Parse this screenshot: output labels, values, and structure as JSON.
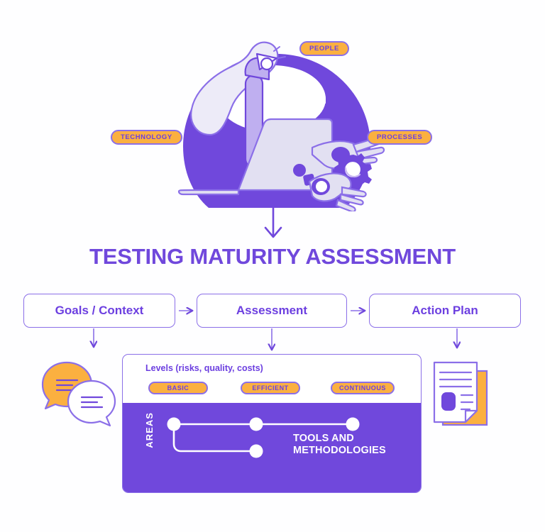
{
  "page": {
    "background": "#ffffff",
    "accent_purple": "#7048DC",
    "accent_purple_dark": "#6C3FE0",
    "accent_purple_light": "#8B6FE8",
    "accent_orange": "#FBB040",
    "lavender": "#E2E0F2"
  },
  "hero": {
    "illustration_name": "person-laptop-gears-illustration",
    "badges": [
      {
        "id": "people",
        "label": "PEOPLE"
      },
      {
        "id": "technology",
        "label": "TECHNOLOGY"
      },
      {
        "id": "processes",
        "label": "PROCESSES"
      }
    ],
    "down_arrow": "down-arrow-icon"
  },
  "title": {
    "text": "TESTING MATURITY ASSESSMENT"
  },
  "flow": {
    "boxes": [
      {
        "id": "goals-context",
        "label": "Goals / Context"
      },
      {
        "id": "assessment",
        "label": "Assessment"
      },
      {
        "id": "action-plan",
        "label": "Action Plan"
      }
    ],
    "connector": "right-arrow-icon",
    "down_connector": "down-arrow-icon"
  },
  "panel": {
    "levels_caption": "Levels (risks, quality, costs)",
    "levels": [
      {
        "id": "basic",
        "label": "BASIC"
      },
      {
        "id": "efficient",
        "label": "EFFICIENT"
      },
      {
        "id": "continuous",
        "label": "CONTINUOUS"
      }
    ],
    "areas_label": "AREAS",
    "areas_node_label": "TOOLS AND\nMETHODOLOGIES",
    "areas_node_line1": "TOOLS AND",
    "areas_node_line2": "METHODOLOGIES"
  },
  "side_icons": [
    {
      "id": "chat-bubbles",
      "name": "chat-bubbles-icon"
    },
    {
      "id": "documents",
      "name": "documents-icon"
    }
  ],
  "chart_data": {
    "type": "line",
    "title": "Testing Maturity Assessment — Areas vs Levels",
    "xlabel": "Levels (risks, quality, costs)",
    "ylabel": "Areas",
    "categories": [
      "BASIC",
      "EFFICIENT",
      "CONTINUOUS"
    ],
    "grid": false,
    "legend": "none",
    "series": [
      {
        "name": "TOOLS AND METHODOLOGIES",
        "points": [
          {
            "level": "BASIC",
            "row": 0
          },
          {
            "level": "EFFICIENT",
            "row": 0
          },
          {
            "level": "CONTINUOUS",
            "row": 0
          }
        ]
      },
      {
        "name": "branch",
        "points": [
          {
            "level": "BASIC",
            "row": 0
          },
          {
            "level": "EFFICIENT",
            "row": 1
          }
        ]
      }
    ]
  }
}
